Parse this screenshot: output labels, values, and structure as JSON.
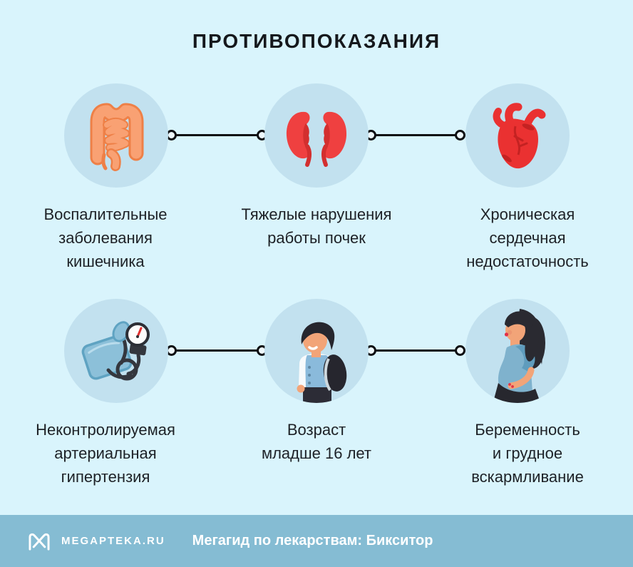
{
  "title": "ПРОТИВОПОКАЗАНИЯ",
  "items": [
    {
      "icon": "intestine-icon",
      "label": "Воспалительные\nзаболевания\nкишечника"
    },
    {
      "icon": "kidneys-icon",
      "label": "Тяжелые нарушения\nработы почек"
    },
    {
      "icon": "heart-icon",
      "label": "Хроническая\nсердечная\nнедостаточность"
    },
    {
      "icon": "blood-pressure-monitor-icon",
      "label": "Неконтролируемая\nартериальная\nгипертензия"
    },
    {
      "icon": "boy-under-16-icon",
      "label": "Возраст\nмладше 16 лет"
    },
    {
      "icon": "pregnant-woman-icon",
      "label": "Беременность\nи грудное\nвскармливание"
    }
  ],
  "footer": {
    "brand": "MEGAPTEKA.RU",
    "tagline": "Мегагид по лекарствам: Бикситор"
  },
  "colors": {
    "background": "#d9f4fc",
    "bubble": "#c2e1ef",
    "text": "#1d2126",
    "connector": "#0e0f12",
    "footer_background": "#85bcd3",
    "footer_text": "#ffffff",
    "intestine_orange": "#f9a173",
    "organ_red": "#ef4040",
    "figure_blue": "#7fb2cd"
  }
}
